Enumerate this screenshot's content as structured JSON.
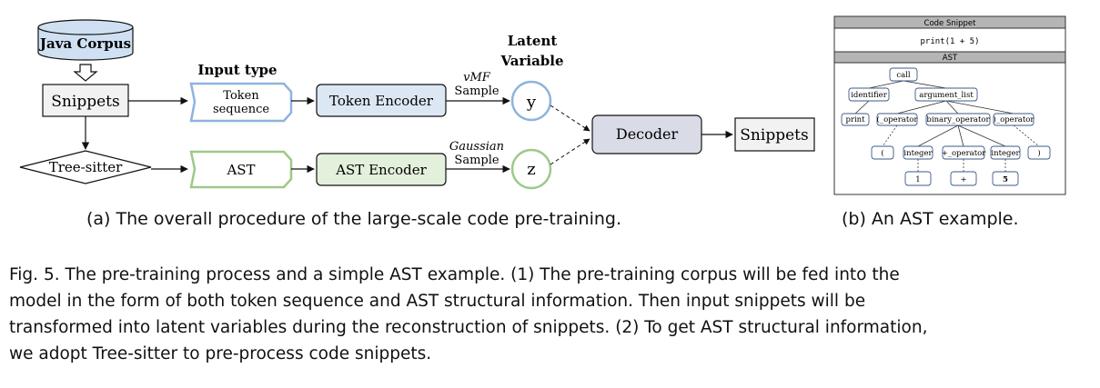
{
  "diagram_a": {
    "corpus": "Java Corpus",
    "snippets_in": "Snippets",
    "tree_sitter": "Tree-sitter",
    "input_type": "Input type",
    "token_seq_1": "Token",
    "token_seq_2": "sequence",
    "ast_input": "AST",
    "token_encoder": "Token Encoder",
    "ast_encoder": "AST Encoder",
    "latent_1": "Latent",
    "latent_2": "Variable",
    "vmf_1": "vMF",
    "vmf_2": "Sample",
    "gauss_1": "Gaussian",
    "gauss_2": "Sample",
    "y": "y",
    "z": "z",
    "decoder": "Decoder",
    "snippets_out": "Snippets",
    "caption": "(a) The overall procedure of the large-scale code pre-training."
  },
  "diagram_b": {
    "header": "Code Snippet",
    "code": "print(1 + 5)",
    "ast_header": "AST",
    "nodes": {
      "call": "call",
      "identifier": "identifier",
      "argument_list": "argument_list",
      "print": "print",
      "lparen_op": "(_operator",
      "binary_operator": "binary_operator",
      "rparen_op": ")_operator",
      "lparen": "(",
      "integer1": "integer",
      "plus_op": "+_operator",
      "integer2": "integer",
      "rparen": ")",
      "one": "1",
      "plus": "+",
      "five": "5"
    },
    "caption": "(b) An AST example."
  },
  "figure_caption": {
    "line1": "Fig. 5.  The pre-training process and a simple AST example. (1) The pre-training corpus will be fed into the",
    "line2": "model in the form of both token sequence and AST structural information. Then input snippets will be",
    "line3": "transformed into latent variables during the reconstruction of snippets. (2) To get AST structural information,",
    "line4": "we adopt Tree-sitter to pre-process code snippets."
  },
  "colors": {
    "corpus_fill": "#cfe0f2",
    "token_input_border": "#8eb3dd",
    "token_encoder_fill": "#dce7f4",
    "ast_border": "#9dc989",
    "ast_encoder_fill": "#e3f0db",
    "decoder_fill": "#d9dce6",
    "latent_y": "#8eb3dd",
    "latent_z": "#9dc989",
    "ast_panel_header": "#b5b5b5"
  }
}
